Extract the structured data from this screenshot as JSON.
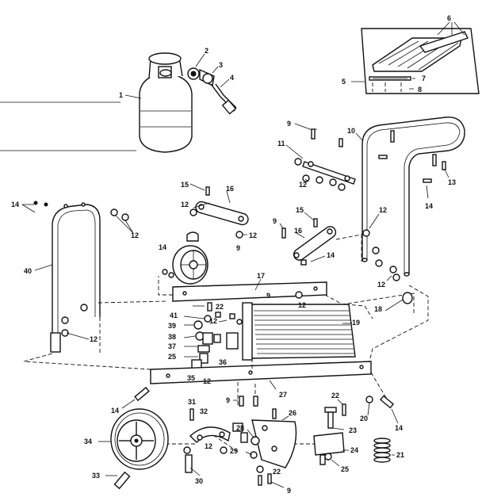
{
  "diagram": {
    "callouts": [
      {
        "id": "c1",
        "text": "1"
      },
      {
        "id": "c2",
        "text": "2"
      },
      {
        "id": "c3",
        "text": "3"
      },
      {
        "id": "c4",
        "text": "4"
      },
      {
        "id": "c5",
        "text": "5"
      },
      {
        "id": "c6",
        "text": "6"
      },
      {
        "id": "c7",
        "text": "7"
      },
      {
        "id": "c8a",
        "text": "8"
      },
      {
        "id": "c8b",
        "text": "8"
      },
      {
        "id": "c9a",
        "text": "9"
      },
      {
        "id": "c9b",
        "text": "9"
      },
      {
        "id": "c9c",
        "text": "9"
      },
      {
        "id": "c9d",
        "text": "9"
      },
      {
        "id": "c9e",
        "text": "9"
      },
      {
        "id": "c9f",
        "text": "9"
      },
      {
        "id": "c10",
        "text": "10"
      },
      {
        "id": "c11",
        "text": "11"
      },
      {
        "id": "c12a",
        "text": "12"
      },
      {
        "id": "c12b",
        "text": "12"
      },
      {
        "id": "c12c",
        "text": "12"
      },
      {
        "id": "c12d",
        "text": "12"
      },
      {
        "id": "c12e",
        "text": "12"
      },
      {
        "id": "c12f",
        "text": "12"
      },
      {
        "id": "c12g",
        "text": "12"
      },
      {
        "id": "c12h",
        "text": "12"
      },
      {
        "id": "c12i",
        "text": "12"
      },
      {
        "id": "c12j",
        "text": "12"
      },
      {
        "id": "c12k",
        "text": "12"
      },
      {
        "id": "c13",
        "text": "13"
      },
      {
        "id": "c14a",
        "text": "14"
      },
      {
        "id": "c14b",
        "text": "14"
      },
      {
        "id": "c14c",
        "text": "14"
      },
      {
        "id": "c14d",
        "text": "14"
      },
      {
        "id": "c14e",
        "text": "14"
      },
      {
        "id": "c14f",
        "text": "14"
      },
      {
        "id": "c15a",
        "text": "15"
      },
      {
        "id": "c15b",
        "text": "15"
      },
      {
        "id": "c16a",
        "text": "16"
      },
      {
        "id": "c16b",
        "text": "16"
      },
      {
        "id": "c17",
        "text": "17"
      },
      {
        "id": "c18",
        "text": "18"
      },
      {
        "id": "c19",
        "text": "19"
      },
      {
        "id": "c20",
        "text": "20"
      },
      {
        "id": "c21",
        "text": "21"
      },
      {
        "id": "c22a",
        "text": "22"
      },
      {
        "id": "c22b",
        "text": "22"
      },
      {
        "id": "c22c",
        "text": "22"
      },
      {
        "id": "c23",
        "text": "23"
      },
      {
        "id": "c24",
        "text": "24"
      },
      {
        "id": "c25a",
        "text": "25"
      },
      {
        "id": "c25b",
        "text": "25"
      },
      {
        "id": "c26",
        "text": "26"
      },
      {
        "id": "c27",
        "text": "27"
      },
      {
        "id": "c28",
        "text": "28"
      },
      {
        "id": "c29",
        "text": "29"
      },
      {
        "id": "c30",
        "text": "30"
      },
      {
        "id": "c31",
        "text": "31"
      },
      {
        "id": "c32",
        "text": "32"
      },
      {
        "id": "c33",
        "text": "33"
      },
      {
        "id": "c34",
        "text": "34"
      },
      {
        "id": "c35",
        "text": "35"
      },
      {
        "id": "c36",
        "text": "36"
      },
      {
        "id": "c37",
        "text": "37"
      },
      {
        "id": "c38",
        "text": "38"
      },
      {
        "id": "c39",
        "text": "39"
      },
      {
        "id": "c40",
        "text": "40"
      },
      {
        "id": "c41",
        "text": "41"
      }
    ]
  }
}
